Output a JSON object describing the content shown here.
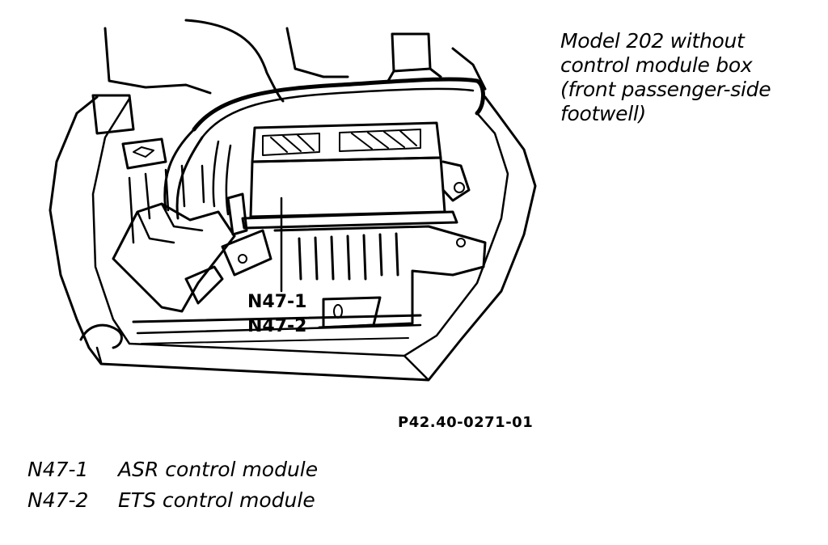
{
  "caption": {
    "lines": [
      "Model 202 without",
      "control module box",
      "(front passenger-side",
      "footwell)"
    ]
  },
  "callouts": [
    {
      "label": "N47-1"
    },
    {
      "label": "N47-2"
    }
  ],
  "figure_id": "P42.40-0271-01",
  "legend": [
    {
      "code": "N47-1",
      "description": "ASR control module"
    },
    {
      "code": "N47-2",
      "description": "ETS control module"
    }
  ]
}
